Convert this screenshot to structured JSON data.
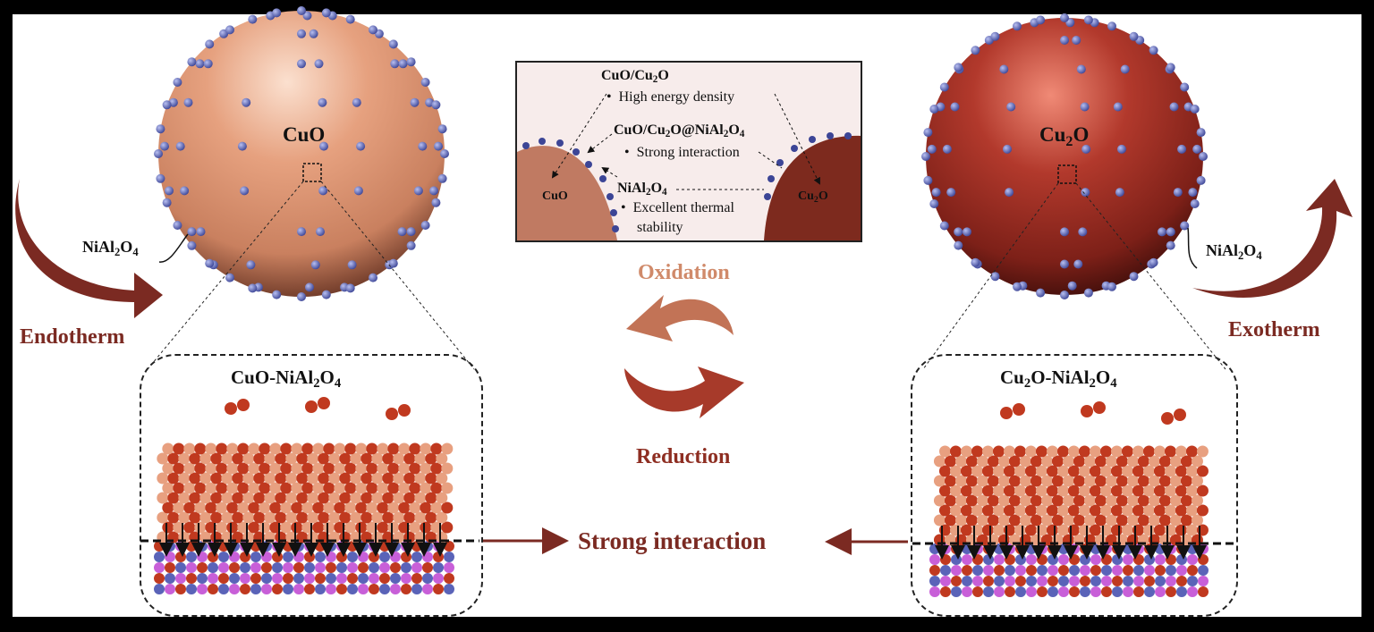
{
  "spheres": {
    "left": {
      "label": "CuO",
      "coating_label": "NiAl",
      "coating_sub1": "2",
      "coating_mid": "O",
      "coating_sub2": "4",
      "side_label": "Endotherm"
    },
    "right": {
      "label_main": "Cu",
      "label_sub": "2",
      "label_end": "O",
      "coating_label": "NiAl",
      "coating_sub1": "2",
      "coating_mid": "O",
      "coating_sub2": "4",
      "side_label": "Exotherm"
    }
  },
  "inset": {
    "top_title_main": "CuO/Cu",
    "top_title_sub": "2",
    "top_title_end": "O",
    "bullet1": "High energy density",
    "mid_title_a": "CuO/Cu",
    "mid_title_sub1": "2",
    "mid_title_b": "O@NiAl",
    "mid_title_sub2": "2",
    "mid_title_c": "O",
    "mid_title_sub3": "4",
    "bullet2": "Strong interaction",
    "coat_a": "NiAl",
    "coat_sub1": "2",
    "coat_b": "O",
    "coat_sub2": "4",
    "bullet3_line1": "Excellent thermal",
    "bullet3_line2": "stability",
    "left_particle": "CuO",
    "right_particle_main": "Cu",
    "right_particle_sub": "2",
    "right_particle_end": "O",
    "bullet_char": "•"
  },
  "cycle": {
    "top": "Oxidation",
    "bottom": "Reduction"
  },
  "slabs": {
    "left_title_a": "CuO-NiAl",
    "left_title_sub1": "2",
    "left_title_b": "O",
    "left_title_sub2": "4",
    "right_title_a": "Cu",
    "right_title_sub0": "2",
    "right_title_b": "O-NiAl",
    "right_title_sub1": "2",
    "right_title_c": "O",
    "right_title_sub2": "4"
  },
  "center_label": "Strong interaction",
  "colors": {
    "dark_red": "#7b2a22",
    "cuo": "#d9896a",
    "cu2o": "#9e2e22",
    "atom_blue": "#5a63b8",
    "atom_pink": "#c85fd8",
    "atom_red": "#c0391f",
    "atom_peach": "#e8a080",
    "oxidation_text": "#d08a6a",
    "reduction_text": "#8e2e22"
  }
}
